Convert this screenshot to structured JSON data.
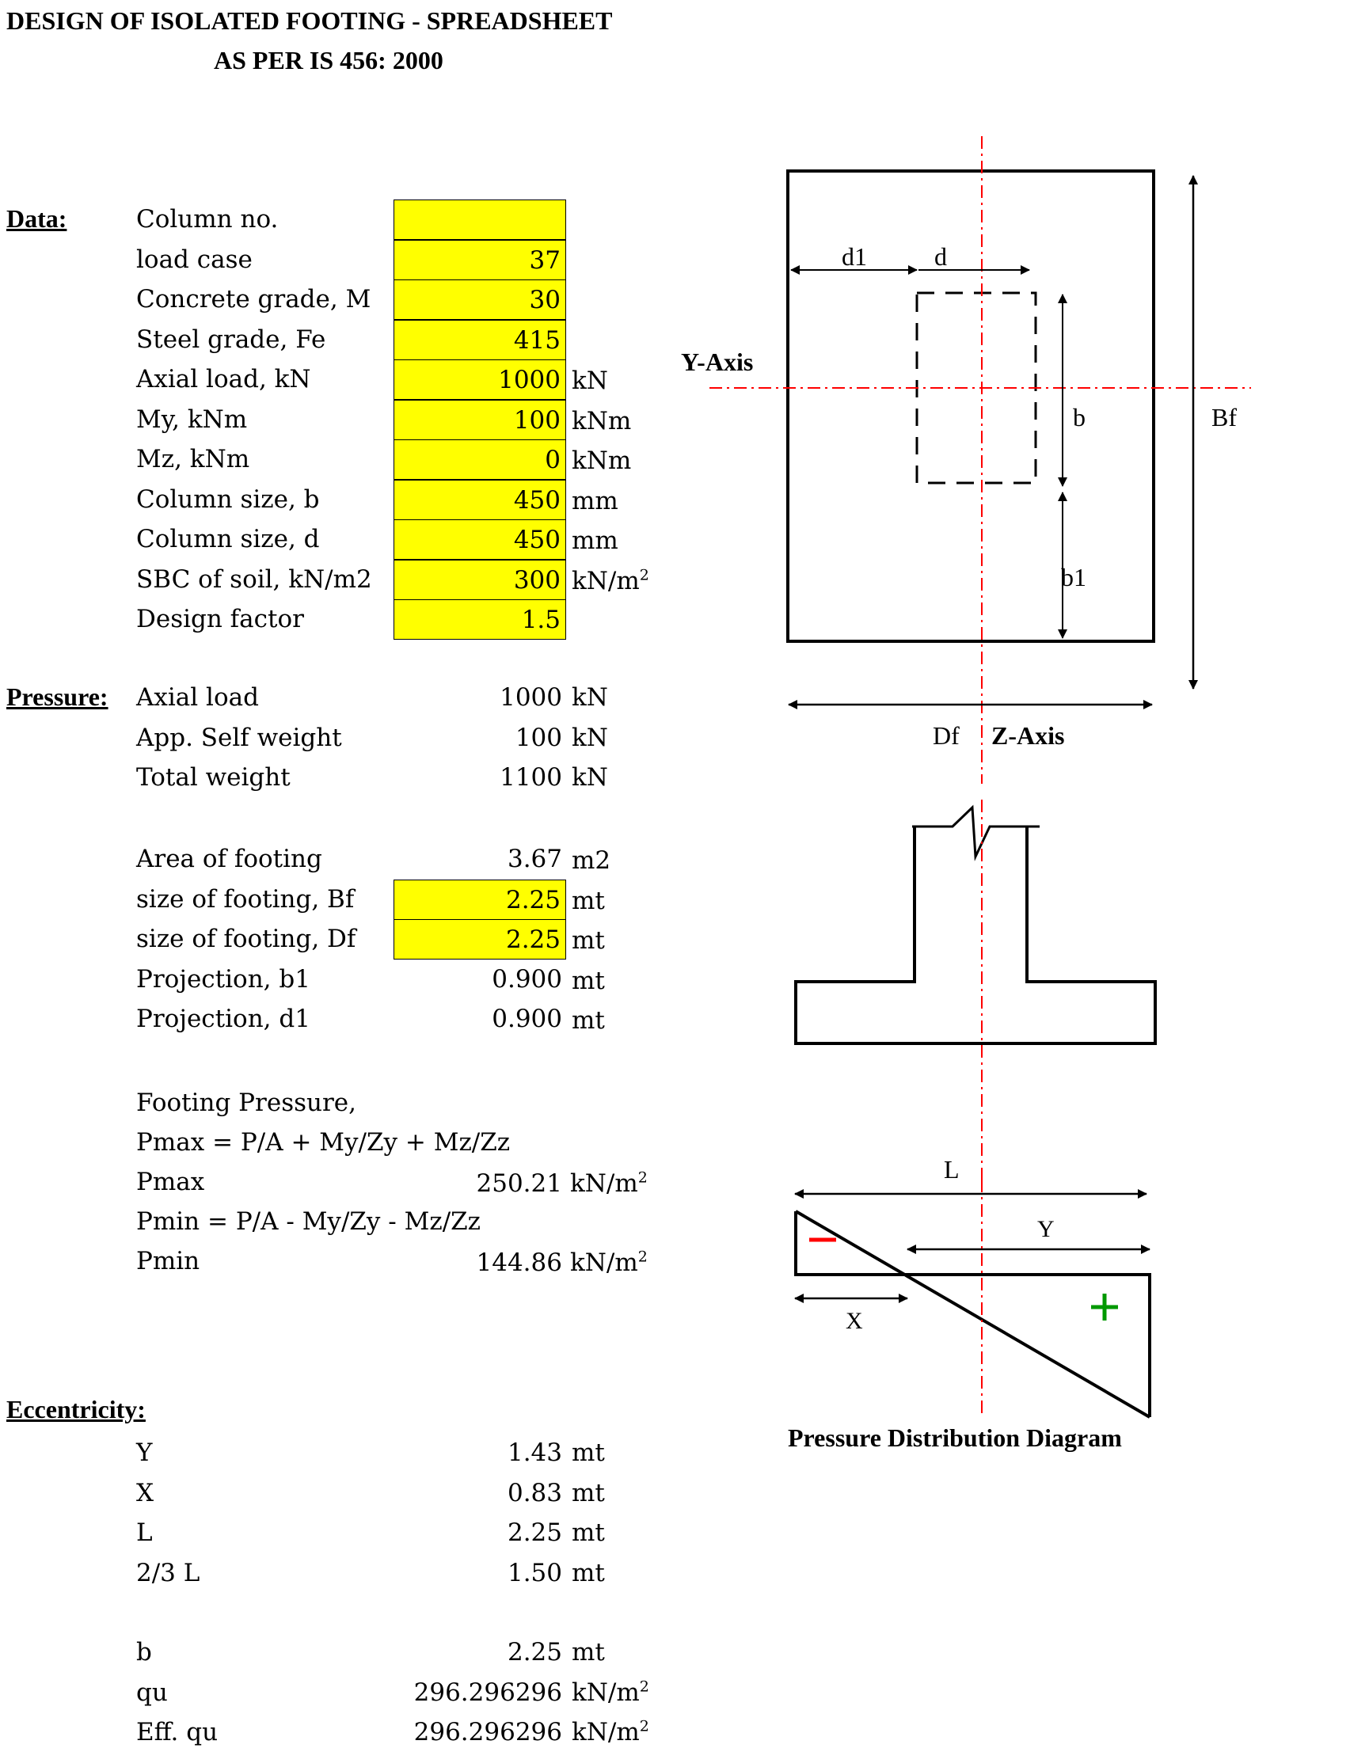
{
  "header": {
    "title_line1": "DESIGN OF ISOLATED FOOTING - SPREADSHEET",
    "title_line2": "AS PER IS 456: 2000"
  },
  "data_section": {
    "heading": "Data:",
    "rows": [
      {
        "label": "Column no.",
        "value": "",
        "unit": ""
      },
      {
        "label": "load case",
        "value": "37",
        "unit": ""
      },
      {
        "label": "Concrete grade, M",
        "value": "30",
        "unit": ""
      },
      {
        "label": "Steel grade, Fe",
        "value": "415",
        "unit": ""
      },
      {
        "label": "Axial load, kN",
        "value": "1000",
        "unit": "kN"
      },
      {
        "label": "My, kNm",
        "value": "100",
        "unit": "kNm"
      },
      {
        "label": "Mz, kNm",
        "value": "0",
        "unit": "kNm"
      },
      {
        "label": "Column size, b",
        "value": "450",
        "unit": "mm"
      },
      {
        "label": "Column size, d",
        "value": "450",
        "unit": "mm"
      },
      {
        "label": "SBC of soil, kN/m2",
        "value": "300",
        "unit": "kN/m",
        "unit_sup": "2"
      },
      {
        "label": "Design factor",
        "value": "1.5",
        "unit": ""
      }
    ]
  },
  "pressure_section": {
    "heading": "Pressure:",
    "rows": [
      {
        "label": "Axial load",
        "value": "1000",
        "unit": "kN"
      },
      {
        "label": "App. Self weight",
        "value": "100",
        "unit": "kN"
      },
      {
        "label": "Total weight",
        "value": "1100",
        "unit": "kN"
      }
    ]
  },
  "footing_section": {
    "rows": [
      {
        "label": "Area of footing",
        "value": "3.67",
        "unit": "m2"
      },
      {
        "label": "size of footing, Bf",
        "value": "2.25",
        "unit": "mt"
      },
      {
        "label": "size of footing, Df",
        "value": "2.25",
        "unit": "mt"
      },
      {
        "label": "Projection, b1",
        "value": "0.900",
        "unit": "mt"
      },
      {
        "label": "Projection, d1",
        "value": "0.900",
        "unit": "mt"
      }
    ]
  },
  "footing_pressure": {
    "heading": "Footing Pressure,",
    "pmax_formula": "Pmax = P/A + My/Zy + Mz/Zz",
    "pmax_label": "Pmax",
    "pmax_value": "250.21",
    "pmin_formula": "Pmin = P/A - My/Zy - Mz/Zz",
    "pmin_label": "Pmin",
    "pmin_value": "144.86",
    "unit": "kN/m",
    "unit_sup": "2"
  },
  "eccentricity_section": {
    "heading": "Eccentricity:",
    "rows": [
      {
        "label": "Y",
        "value": "1.43",
        "unit": "mt"
      },
      {
        "label": "X",
        "value": "0.83",
        "unit": "mt"
      },
      {
        "label": "L",
        "value": "2.25",
        "unit": "mt"
      },
      {
        "label": "2/3 L",
        "value": "1.50",
        "unit": "mt"
      }
    ],
    "rows2": [
      {
        "label": "b",
        "value": "2.25",
        "unit": "mt"
      },
      {
        "label": "qu",
        "value": "296.296296",
        "unit": "kN/m",
        "unit_sup": "2"
      },
      {
        "label": "Eff. qu",
        "value": "296.296296",
        "unit": "kN/m",
        "unit_sup": "2"
      }
    ]
  },
  "diagram": {
    "y_axis": "Y-Axis",
    "z_axis": "Z-Axis",
    "d1": "d1",
    "d": "d",
    "b": "b",
    "b1": "b1",
    "bf": "Bf",
    "df": "Df",
    "L": "L",
    "Y": "Y",
    "X": "X",
    "minus": "−",
    "plus": "+",
    "caption": "Pressure Distribution Diagram",
    "colors": {
      "axis": "#ff0000",
      "minus": "#ff0000",
      "plus": "#009900"
    }
  }
}
